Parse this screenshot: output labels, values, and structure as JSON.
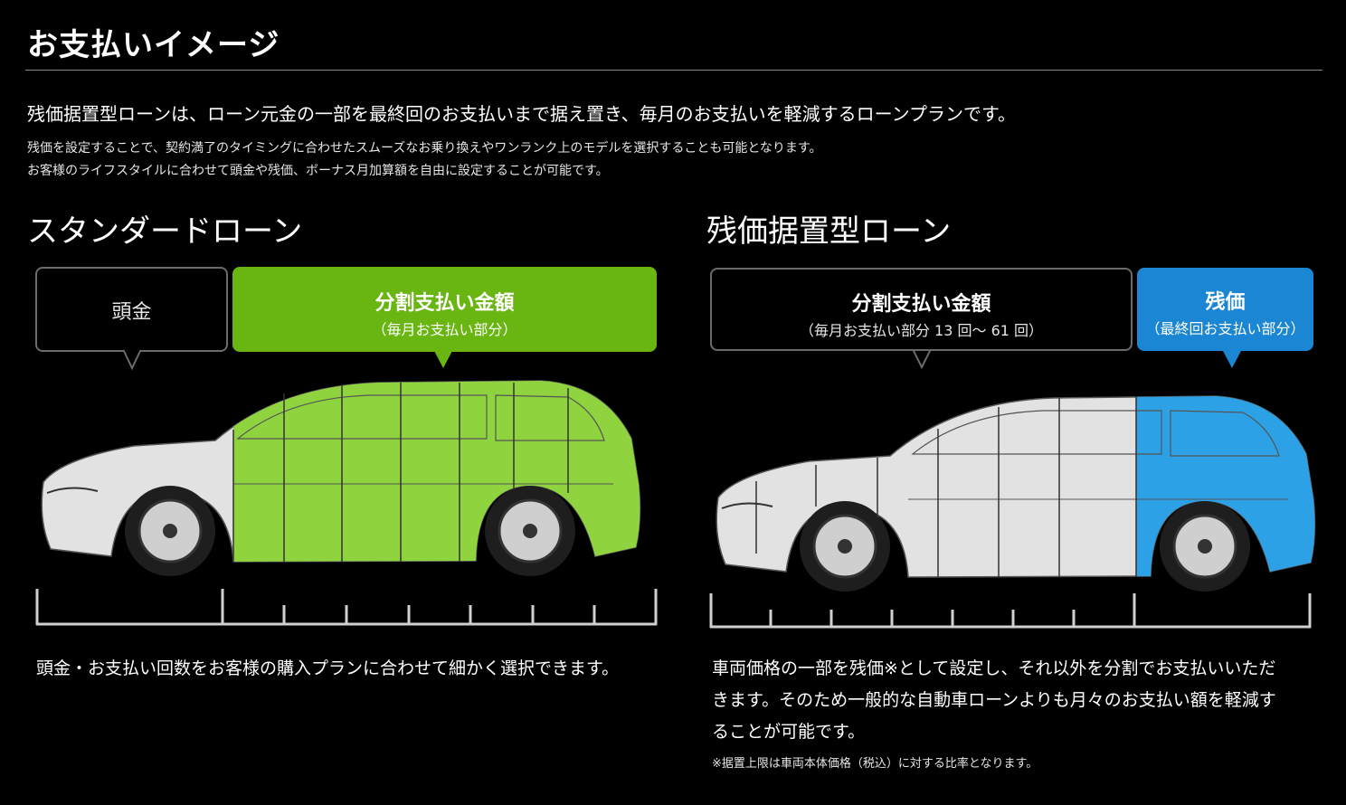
{
  "header": {
    "title": "お支払いイメージ",
    "lead": "残価据置型ローンは、ローン元金の一部を最終回のお支払いまで据え置き、毎月のお支払いを軽減するローンプランです。",
    "sub1": "残価を設定することで、契約満了のタイミングに合わせたスムーズなお乗り換えやワンランク上のモデルを選択することも可能となります。",
    "sub2": "お客様のライフスタイルに合わせて頭金や残価、ボーナス月加算額を自由に設定することが可能です。"
  },
  "standard": {
    "title": "スタンダードローン",
    "down_payment_label": "頭金",
    "installment_label": "分割支払い金額",
    "installment_sub": "（毎月お支払い部分）",
    "description": "頭金・お支払い回数をお客様の購入プランに合わせて細かく選択できます。",
    "highlight_color": "#69b512"
  },
  "residual": {
    "title": "残価据置型ローン",
    "installment_label": "分割支払い金額",
    "installment_sub": "（毎月お支払い部分 13 回～ 61 回）",
    "residual_label": "残価",
    "residual_sub": "（最終回お支払い部分）",
    "description_line1": "車両価格の一部を残価※として設定し、それ以外を分割でお支払いいただ",
    "description_line2": "きます。そのため一般的な自動車ローンよりも月々のお支払い額を軽減す",
    "description_line3": "ることが可能です。",
    "note": "※据置上限は車両本体価格（税込）に対する比率となります。",
    "highlight_color": "#1b86d4"
  }
}
